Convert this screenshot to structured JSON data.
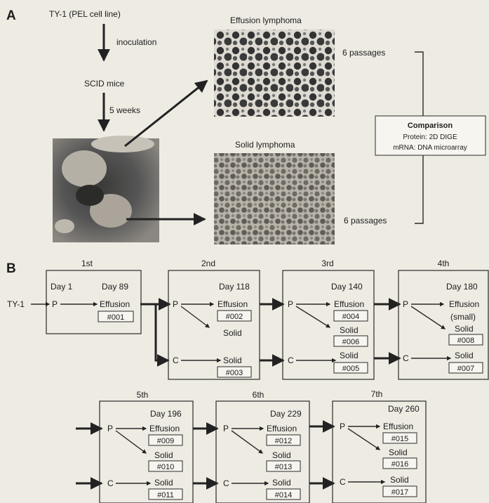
{
  "panelA": {
    "label": "A",
    "cell_line": "TY-1 (PEL cell line)",
    "inoculation": "inoculation",
    "mice": "SCID mice",
    "weeks": "5 weeks",
    "effusion_title": "Effusion lymphoma",
    "solid_title": "Solid lymphoma",
    "passages_top": "6 passages",
    "passages_bottom": "6 passages",
    "comparison_title": "Comparison",
    "comparison_line1": "Protein: 2D DIGE",
    "comparison_line2": "mRNA: DNA microarray"
  },
  "panelB": {
    "label": "B",
    "start": "TY-1",
    "p": "P",
    "c": "C",
    "stage1": {
      "title": "1st",
      "day_start": "Day 1",
      "day": "Day 89",
      "effusion": "Effusion",
      "e_id": "#001"
    },
    "stage2": {
      "title": "2nd",
      "day": "Day 118",
      "effusion": "Effusion",
      "e_id": "#002",
      "solid_p": "Solid",
      "solid_c": "Solid",
      "c_id": "#003"
    },
    "stage3": {
      "title": "3rd",
      "day": "Day 140",
      "effusion": "Effusion",
      "e_id": "#004",
      "solid_p": "Solid",
      "p_id": "#006",
      "solid_c": "Solid",
      "c_id": "#005"
    },
    "stage4": {
      "title": "4th",
      "day": "Day 180",
      "effusion": "Effusion",
      "small": "(small)",
      "solid_p": "Solid",
      "p_id": "#008",
      "solid_c": "Solid",
      "c_id": "#007"
    },
    "stage5": {
      "title": "5th",
      "day": "Day 196",
      "effusion": "Effusion",
      "e_id": "#009",
      "solid_p": "Solid",
      "p_id": "#010",
      "solid_c": "Solid",
      "c_id": "#011"
    },
    "stage6": {
      "title": "6th",
      "day": "Day 229",
      "effusion": "Effusion",
      "e_id": "#012",
      "solid_p": "Solid",
      "p_id": "#013",
      "solid_c": "Solid",
      "c_id": "#014"
    },
    "stage7": {
      "title": "7th",
      "day": "Day 260",
      "effusion": "Effusion",
      "e_id": "#015",
      "solid_p": "Solid",
      "p_id": "#016",
      "solid_c": "Solid",
      "c_id": "#017"
    }
  }
}
